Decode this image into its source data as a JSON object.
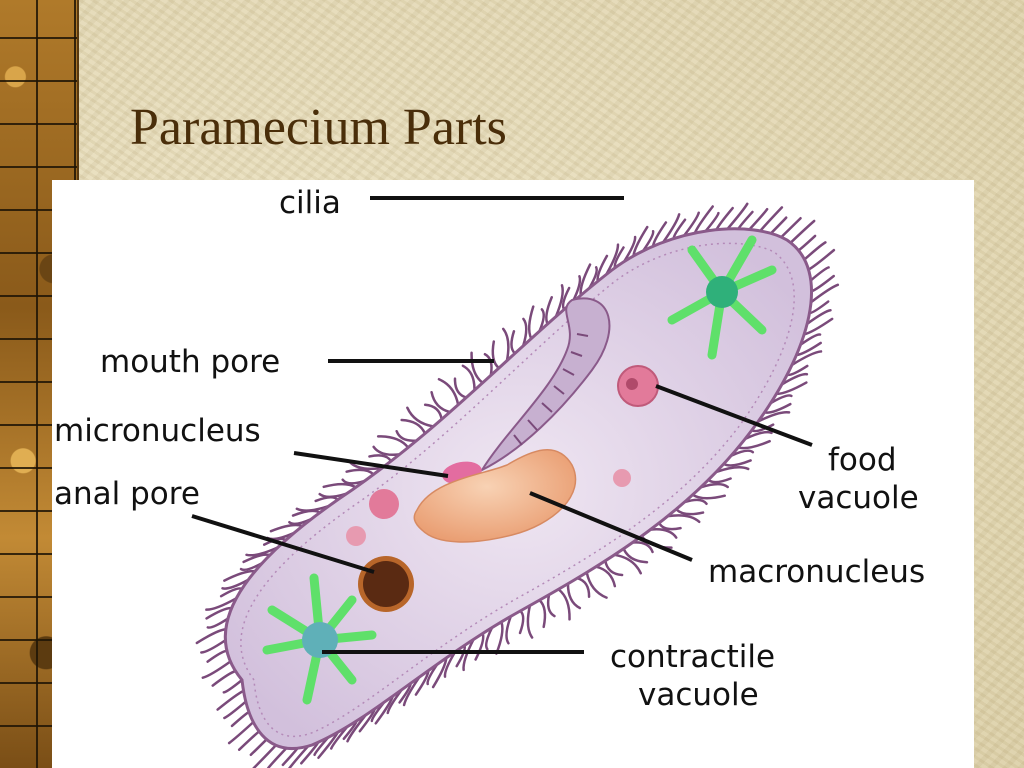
{
  "slide": {
    "title": "Paramecium Parts"
  },
  "diagram": {
    "labels": {
      "cilia": "cilia",
      "mouth_pore": "mouth pore",
      "micronucleus": "micronucleus",
      "anal_pore": "anal pore",
      "food_vacuole_line1": "food",
      "food_vacuole_line2": "vacuole",
      "macronucleus": "macronucleus",
      "contractile_vacuole_line1": "contractile",
      "contractile_vacuole_line2": "vacuole"
    },
    "colors": {
      "membrane": "#d8c8e0",
      "cilia": "#7a4a7a",
      "macronucleus": "#f2b28a",
      "micronucleus": "#e36ca0",
      "anal_pore": "#5a2a12",
      "food_vacuole": "#e27a9a",
      "contractile_vacuole": "#5fb0b8",
      "radial_canals": "#5fe06a"
    }
  }
}
